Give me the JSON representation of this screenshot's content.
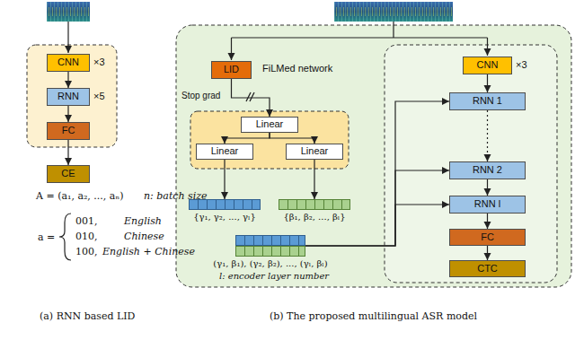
{
  "diagram": {
    "nodes": [
      {
        "text": [
          "CNN"
        ]
      },
      {
        "text": [
          "RNN"
        ]
      },
      {
        "text": [
          "FC"
        ]
      },
      {
        "text": [
          "CE"
        ]
      },
      {
        "text": [
          "LID"
        ]
      },
      {
        "text": [
          "Linear"
        ]
      },
      {
        "text": [
          "Linear"
        ]
      },
      {
        "text": [
          "Linear"
        ]
      },
      {
        "text": [
          "CNN"
        ]
      },
      {
        "text": [
          "RNN 1"
        ]
      },
      {
        "text": [
          "RNN 2"
        ]
      },
      {
        "text": [
          "RNN l"
        ]
      },
      {
        "text": [
          "FC"
        ]
      },
      {
        "text": [
          "CTC"
        ]
      },
      {
        "text": [
          "{γ₁, γ₂, ..., γₗ}"
        ]
      },
      {
        "text": [
          "{β₁, β₂, ..., βₗ}"
        ]
      },
      {
        "text": [
          "(γ₁, β₁), (γ₂, β₂), ..., (γₗ, βₗ)"
        ]
      }
    ],
    "edges": [
      {
        "from": 0,
        "to": 1,
        "arrow": "to"
      },
      {
        "from": 1,
        "to": 2,
        "arrow": "to"
      },
      {
        "from": 2,
        "to": 3,
        "arrow": "to"
      },
      {
        "from": 4,
        "to": 5,
        "label": "Stop grad",
        "arrow": "to"
      },
      {
        "from": 5,
        "to": 6,
        "arrow": "to"
      },
      {
        "from": 5,
        "to": 7,
        "arrow": "to"
      },
      {
        "from": 6,
        "to": 14,
        "arrow": "to"
      },
      {
        "from": 7,
        "to": 15,
        "arrow": "to"
      },
      {
        "from": 16,
        "to": 9,
        "arrow": "to"
      },
      {
        "from": 16,
        "to": 10,
        "arrow": "to"
      },
      {
        "from": 16,
        "to": 11,
        "arrow": "to"
      },
      {
        "from": 8,
        "to": 9,
        "arrow": "to"
      },
      {
        "from": 9,
        "to": 10,
        "arrow": "to"
      },
      {
        "from": 10,
        "to": 11,
        "arrow": "to"
      },
      {
        "from": 11,
        "to": 12,
        "arrow": "to"
      },
      {
        "from": 12,
        "to": 13,
        "arrow": "to"
      }
    ],
    "labels": [
      "×3",
      "×5",
      "A = (a₁, a₂, ..., aₙ)",
      "n: batch size",
      "a =",
      "001,",
      "English",
      "010,",
      "Chinese",
      "100,",
      "English + Chinese",
      "(a) RNN based LID",
      "FiLMed network",
      "×3",
      "l: encoder layer number",
      "(b) The proposed multilingual ASR model"
    ]
  }
}
